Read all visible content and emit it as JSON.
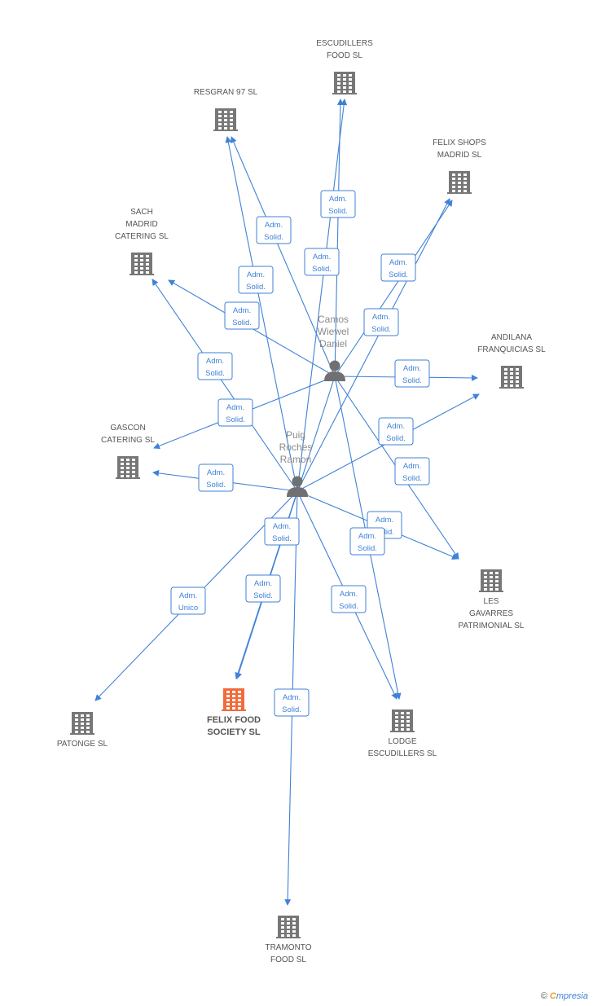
{
  "colors": {
    "edge": "#3f82d6",
    "building": "#777777",
    "main_building": "#f26b3a",
    "person": "#707070"
  },
  "people": [
    {
      "id": "camos",
      "lines": [
        "Camos",
        "Wiewel",
        "Daniel"
      ]
    },
    {
      "id": "puig",
      "lines": [
        "Puig",
        "Roches",
        "Ramon"
      ]
    }
  ],
  "companies": [
    {
      "id": "escudillers",
      "lines": [
        "ESCUDILLERS",
        "FOOD SL"
      ],
      "main": false
    },
    {
      "id": "resgran",
      "lines": [
        "RESGRAN 97 SL"
      ],
      "main": false
    },
    {
      "id": "felixshops",
      "lines": [
        "FELIX SHOPS",
        "MADRID SL"
      ],
      "main": false
    },
    {
      "id": "sach",
      "lines": [
        "SACH",
        "MADRID",
        "CATERING SL"
      ],
      "main": false
    },
    {
      "id": "andilana",
      "lines": [
        "ANDILANA",
        "FRANQUICIAS SL"
      ],
      "main": false
    },
    {
      "id": "gascon",
      "lines": [
        "GASCON",
        "CATERING SL"
      ],
      "main": false
    },
    {
      "id": "lesgavarres",
      "lines": [
        "LES",
        "GAVARRES",
        "PATRIMONIAL SL"
      ],
      "main": false
    },
    {
      "id": "patonge",
      "lines": [
        "PATONGE SL"
      ],
      "main": false
    },
    {
      "id": "felixfood",
      "lines": [
        "FELIX FOOD",
        "SOCIETY SL"
      ],
      "main": true
    },
    {
      "id": "lodge",
      "lines": [
        "LODGE",
        "ESCUDILLERS SL"
      ],
      "main": false
    },
    {
      "id": "tramonto",
      "lines": [
        "TRAMONTO",
        "FOOD SL"
      ],
      "main": false
    }
  ],
  "edges": [
    {
      "from": "camos",
      "to": "escudillers",
      "label": [
        "Adm.",
        "Solid."
      ]
    },
    {
      "from": "puig",
      "to": "escudillers",
      "label": [
        "Adm.",
        "Solid."
      ]
    },
    {
      "from": "camos",
      "to": "resgran",
      "label": [
        "Adm.",
        "Solid."
      ]
    },
    {
      "from": "puig",
      "to": "resgran",
      "label": [
        "Adm.",
        "Solid."
      ]
    },
    {
      "from": "puig",
      "to": "felixshops",
      "label": [
        "Adm.",
        "Solid."
      ]
    },
    {
      "from": "camos",
      "to": "felixshops",
      "label": [
        "Adm.",
        "Solid."
      ]
    },
    {
      "from": "camos",
      "to": "sach",
      "label": [
        "Adm.",
        "Solid."
      ]
    },
    {
      "from": "puig",
      "to": "sach",
      "label": [
        "Adm.",
        "Solid."
      ]
    },
    {
      "from": "camos",
      "to": "andilana",
      "label": [
        "Adm.",
        "Solid."
      ]
    },
    {
      "from": "puig",
      "to": "andilana",
      "label": [
        "Adm.",
        "Solid."
      ]
    },
    {
      "from": "camos",
      "to": "gascon",
      "label": [
        "Adm.",
        "Solid."
      ]
    },
    {
      "from": "puig",
      "to": "gascon",
      "label": [
        "Adm.",
        "Solid."
      ]
    },
    {
      "from": "camos",
      "to": "lesgavarres",
      "label": [
        "Adm.",
        "Solid."
      ]
    },
    {
      "from": "puig",
      "to": "lesgavarres",
      "label": [
        "Adm.",
        "Solid."
      ]
    },
    {
      "from": "puig",
      "to": "patonge",
      "label": [
        "Adm.",
        "Unico"
      ]
    },
    {
      "from": "camos",
      "to": "felixfood",
      "label": [
        "Adm.",
        "Solid."
      ]
    },
    {
      "from": "puig",
      "to": "felixfood",
      "label": [
        "Adm.",
        "Solid."
      ]
    },
    {
      "from": "camos",
      "to": "lodge",
      "label": [
        "Adm.",
        "Solid."
      ]
    },
    {
      "from": "puig",
      "to": "lodge",
      "label": [
        "Adm.",
        "Solid."
      ]
    },
    {
      "from": "puig",
      "to": "tramonto",
      "label": [
        "Adm.",
        "Solid."
      ]
    }
  ],
  "footer": {
    "copyright": "©",
    "brand_initial": "C",
    "brand_rest": "mpresia"
  }
}
